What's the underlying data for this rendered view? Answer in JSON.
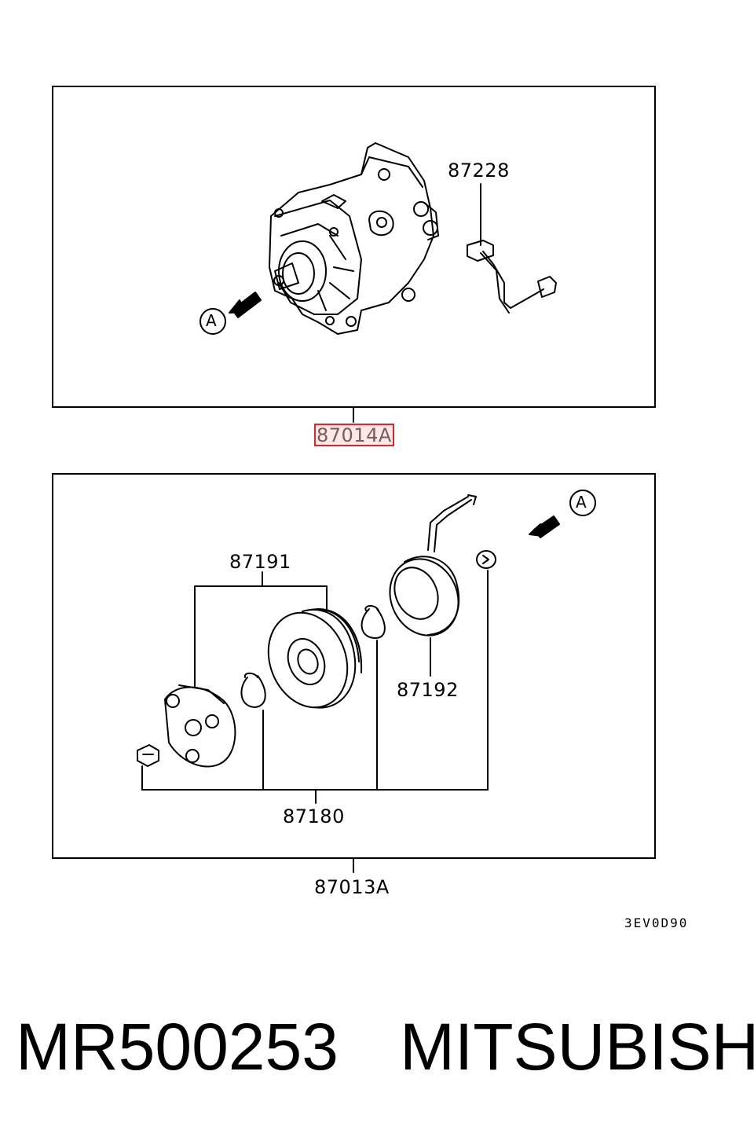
{
  "callouts": {
    "top_sensor": "87228",
    "top_assembly": "87014A",
    "clutch_hub": "87191",
    "field_coil": "87192",
    "clutch_kit": "87180",
    "bottom_assembly": "87013A"
  },
  "view_marker": "A",
  "diagram_ref": "3EV0D90",
  "footer": {
    "part_number": "MR500253",
    "brand": "MITSUBISHI"
  },
  "colors": {
    "highlight_border": "#e0242b",
    "highlight_fill": "#fde8e8"
  }
}
